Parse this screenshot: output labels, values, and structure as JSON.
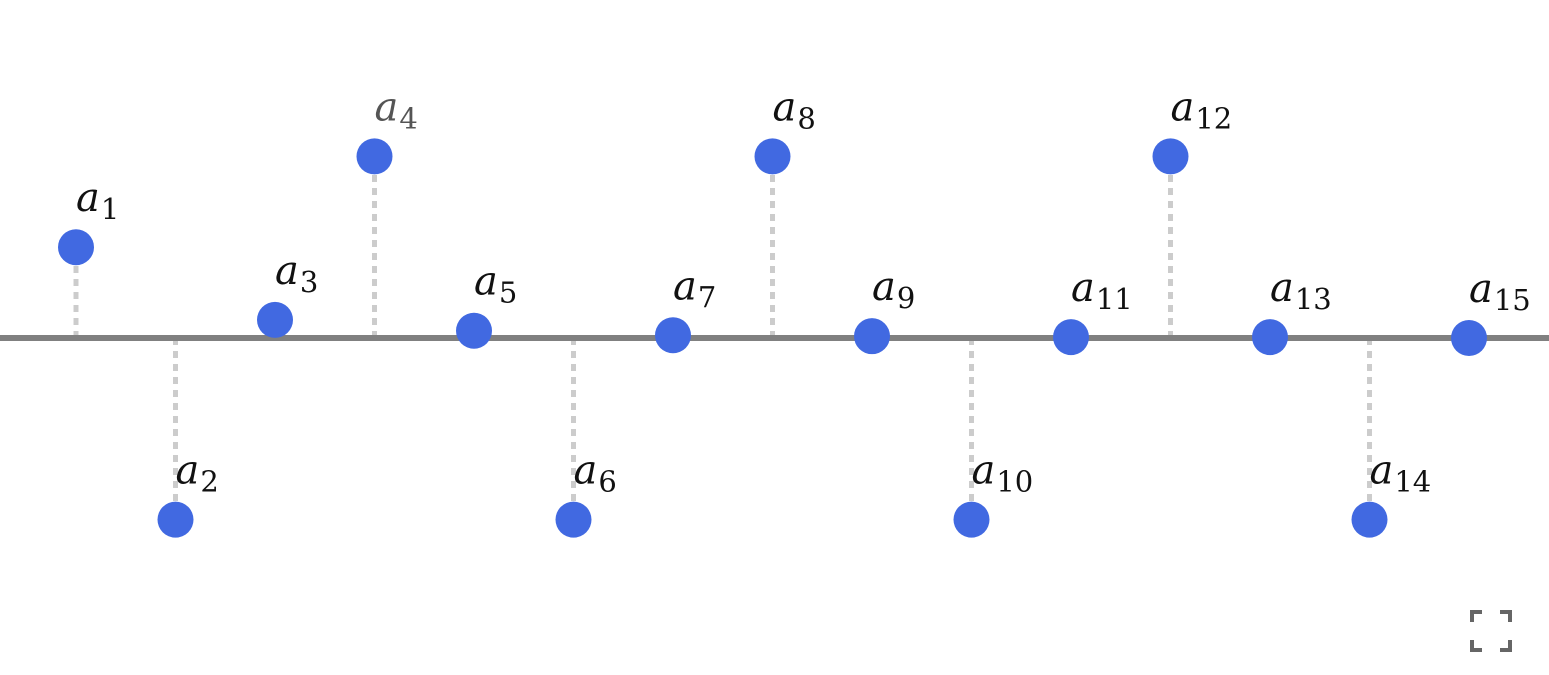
{
  "diagram": {
    "colors": {
      "point": "#4169e1",
      "axis": "#808080",
      "drop_line": "#cccccc",
      "label": "#111111",
      "label_dim": "#555555",
      "icon": "#666666"
    },
    "points": [
      {
        "base": "a",
        "sub": "1",
        "level": 1.0
      },
      {
        "base": "a",
        "sub": "2",
        "level": -2.0
      },
      {
        "base": "a",
        "sub": "3",
        "level": 0.2
      },
      {
        "base": "a",
        "sub": "4",
        "level": 2.0,
        "dim": true
      },
      {
        "base": "a",
        "sub": "5",
        "level": 0.08
      },
      {
        "base": "a",
        "sub": "6",
        "level": -2.0
      },
      {
        "base": "a",
        "sub": "7",
        "level": 0.03
      },
      {
        "base": "a",
        "sub": "8",
        "level": 2.0
      },
      {
        "base": "a",
        "sub": "9",
        "level": 0.02
      },
      {
        "base": "a",
        "sub": "10",
        "level": -2.0
      },
      {
        "base": "a",
        "sub": "11",
        "level": 0.01
      },
      {
        "base": "a",
        "sub": "12",
        "level": 2.0
      },
      {
        "base": "a",
        "sub": "13",
        "level": 0.01
      },
      {
        "base": "a",
        "sub": "14",
        "level": -2.0
      },
      {
        "base": "a",
        "sub": "15",
        "level": 0.0
      }
    ]
  },
  "controls": {
    "fullscreen_icon": "fullscreen-icon"
  }
}
